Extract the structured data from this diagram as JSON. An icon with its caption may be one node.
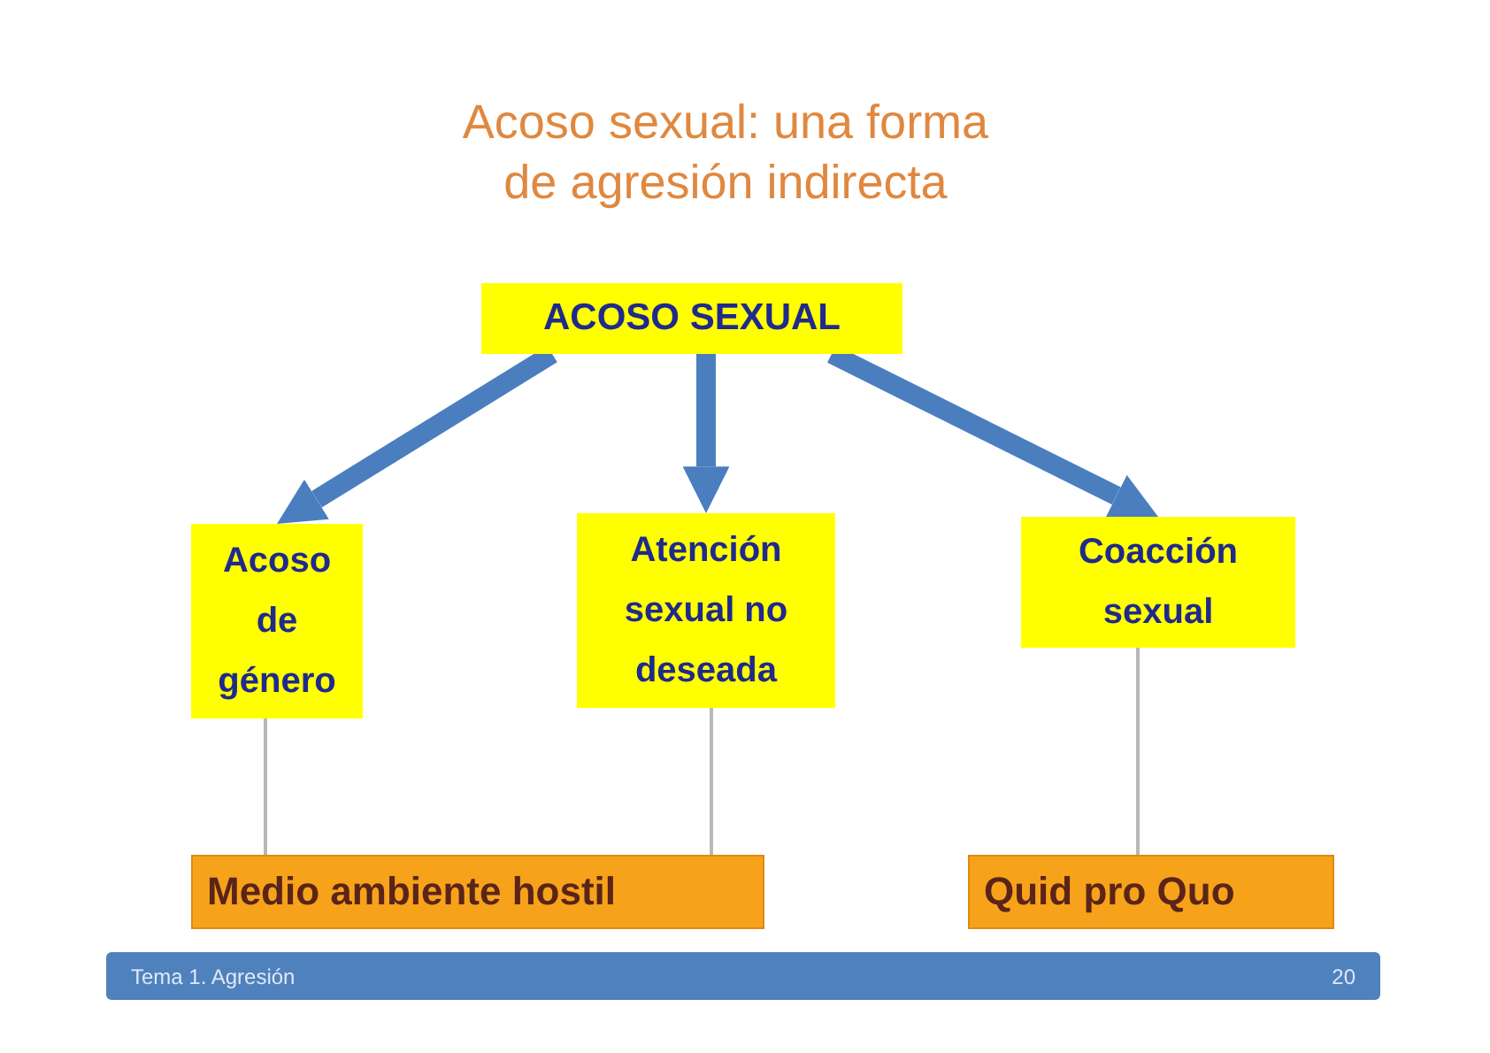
{
  "diagram": {
    "title": "Acoso sexual: una forma de agresión indirecta",
    "nodes": [
      {
        "text": [
          "ACOSO SEXUAL"
        ]
      },
      {
        "text": [
          "Acoso de género"
        ]
      },
      {
        "text": [
          "Atención sexual no deseada"
        ]
      },
      {
        "text": [
          "Coacción sexual"
        ]
      },
      {
        "text": [
          "Medio ambiente hostil"
        ]
      },
      {
        "text": [
          "Quid pro Quo"
        ]
      }
    ],
    "edges": [
      {
        "from": 0,
        "to": 1,
        "arrow": "to",
        "style": "thick",
        "color": "#4a7ebf"
      },
      {
        "from": 0,
        "to": 2,
        "arrow": "to",
        "style": "thick",
        "color": "#4a7ebf"
      },
      {
        "from": 0,
        "to": 3,
        "arrow": "to",
        "style": "thick",
        "color": "#4a7ebf"
      },
      {
        "from": 1,
        "to": 4,
        "arrow": "none",
        "color": "#b8b8b8"
      },
      {
        "from": 2,
        "to": 4,
        "arrow": "none",
        "color": "#b8b8b8"
      },
      {
        "from": 3,
        "to": 5,
        "arrow": "none",
        "color": "#b8b8b8"
      }
    ],
    "labels": [
      "Tema 1. Agresión",
      "20"
    ]
  }
}
